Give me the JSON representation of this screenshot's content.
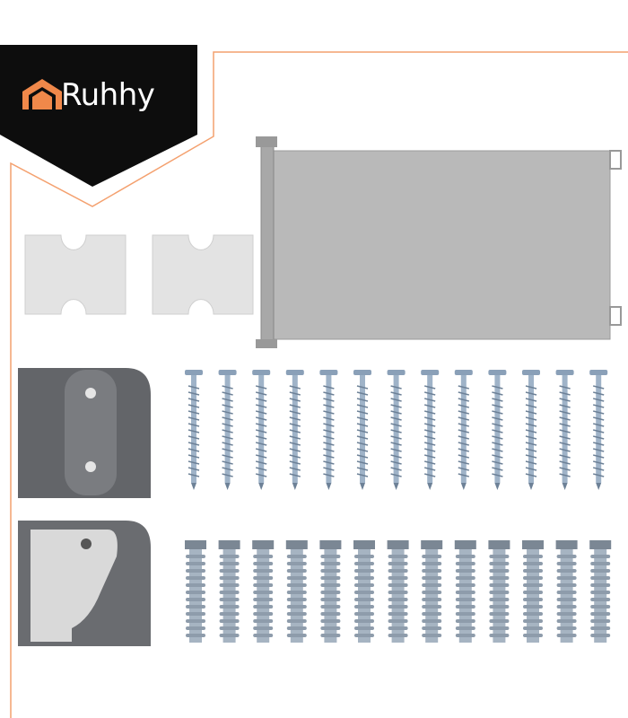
{
  "brand": {
    "name": "Ruhhy",
    "accent": "#f0884a",
    "logo_icon": "house-icon"
  },
  "contents": {
    "screw_count": 13,
    "anchor_count": 13,
    "pad_count": 2,
    "bracket_count": 2
  }
}
